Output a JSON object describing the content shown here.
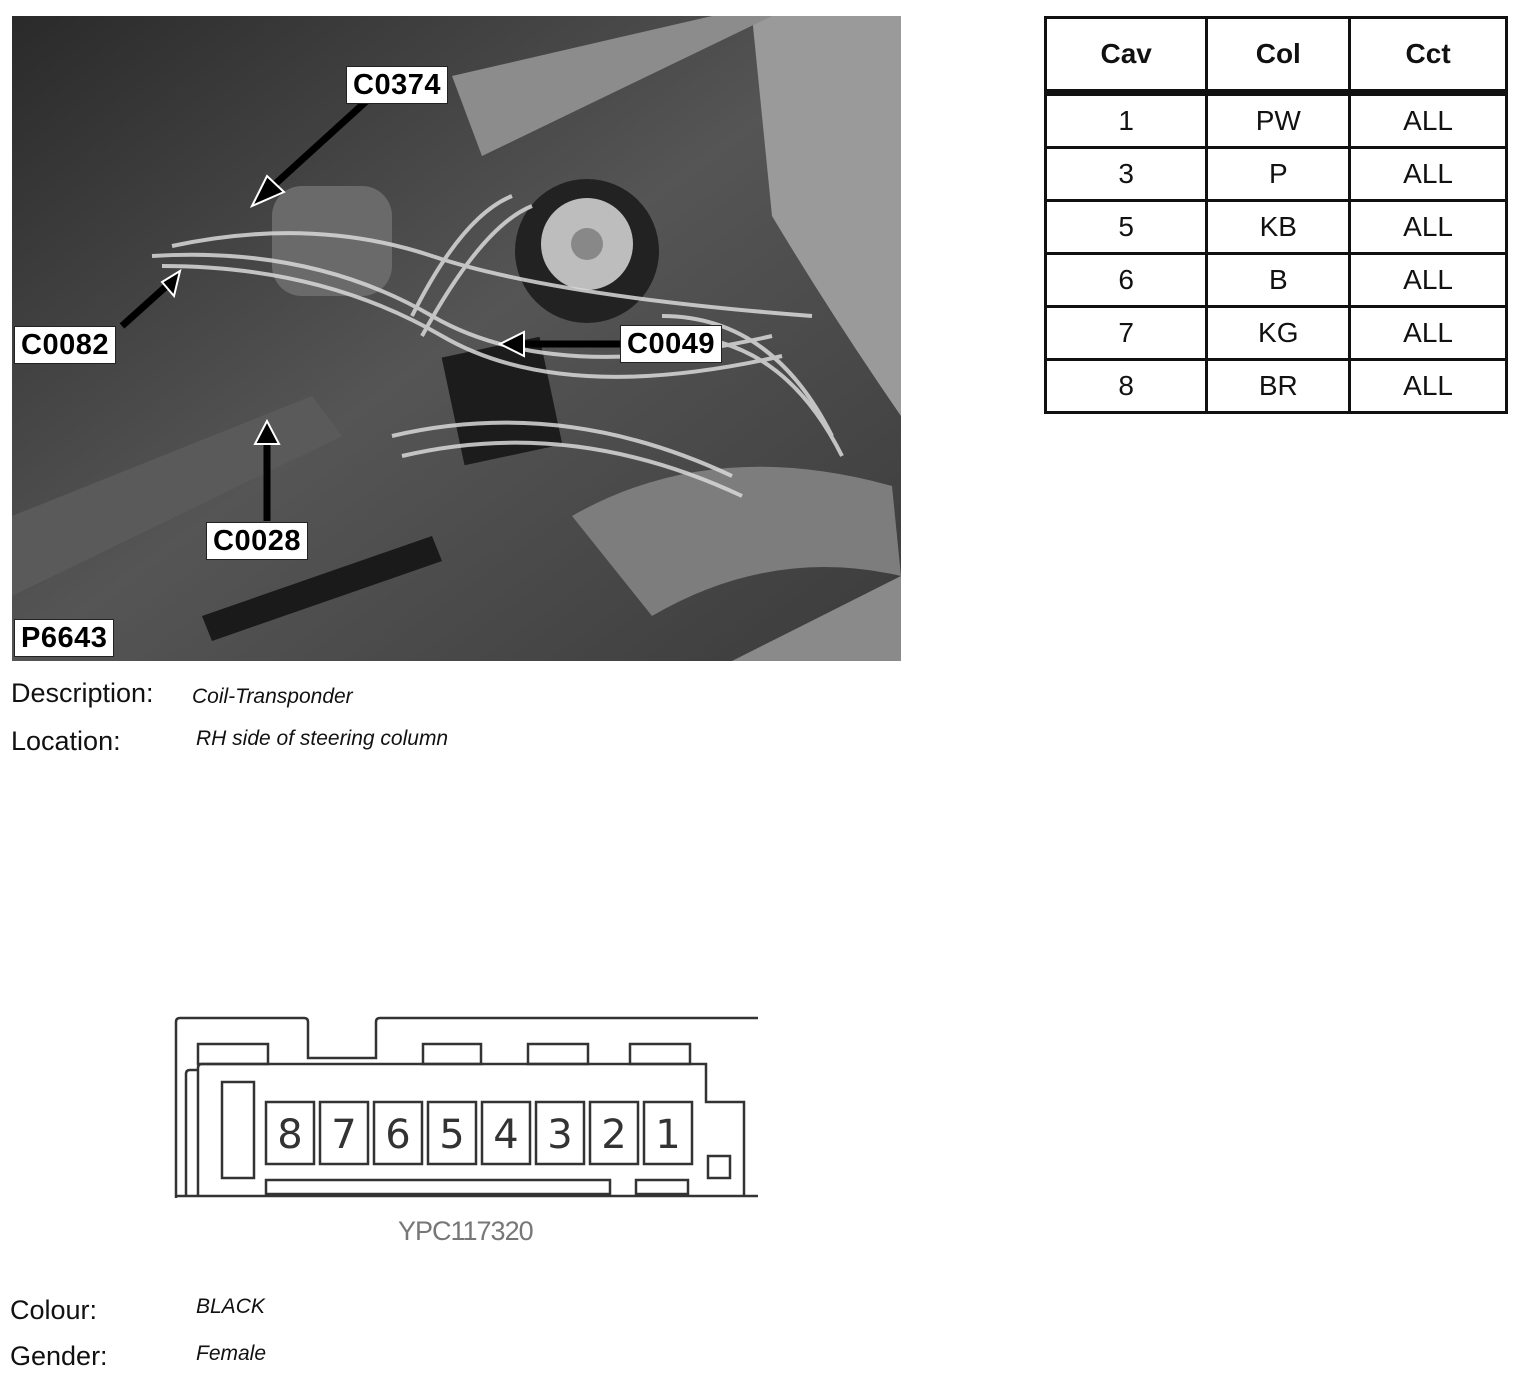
{
  "photo": {
    "callouts": {
      "c0374": "C0374",
      "c0082": "C0082",
      "c0049": "C0049",
      "c0028": "C0028"
    },
    "reference": "P6643"
  },
  "info": {
    "description_label": "Description:",
    "description_value": "Coil-Transponder",
    "location_label": "Location:",
    "location_value": "RH side of steering column"
  },
  "table": {
    "headers": [
      "Cav",
      "Col",
      "Cct"
    ],
    "rows": [
      [
        "1",
        "PW",
        "ALL"
      ],
      [
        "3",
        "P",
        "ALL"
      ],
      [
        "5",
        "KB",
        "ALL"
      ],
      [
        "6",
        "B",
        "ALL"
      ],
      [
        "7",
        "KG",
        "ALL"
      ],
      [
        "8",
        "BR",
        "ALL"
      ]
    ]
  },
  "connector": {
    "pins": [
      "8",
      "7",
      "6",
      "5",
      "4",
      "3",
      "2",
      "1"
    ],
    "code": "YPC117320"
  },
  "attributes": {
    "colour_label": "Colour:",
    "colour_value": "BLACK",
    "gender_label": "Gender:",
    "gender_value": "Female"
  }
}
